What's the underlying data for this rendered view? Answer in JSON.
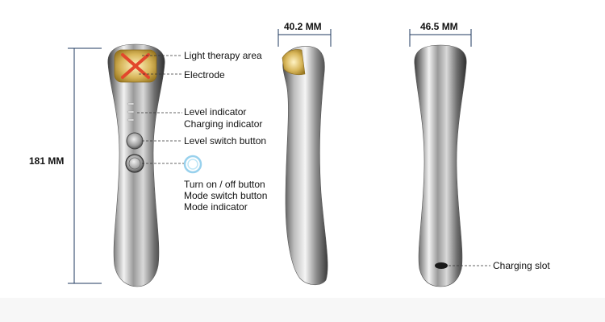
{
  "dimensions": {
    "height": "181 MM",
    "side_width": "40.2 MM",
    "back_width": "46.5 MM"
  },
  "labels": {
    "light_therapy_area": "Light therapy area",
    "electrode": "Electrode",
    "level_indicator": "Level indicator",
    "charging_indicator": "Charging indicator",
    "level_switch_button": "Level switch button",
    "power_button": "Turn on / off button",
    "mode_switch_button": "Mode switch button",
    "mode_indicator": "Mode indicator",
    "charging_slot": "Charging slot"
  },
  "colors": {
    "dimension_line": "#1f3a5f",
    "leader_line": "#333333",
    "electrode_gold": "#d8b65a",
    "light_red": "#e2472c",
    "mode_ring": "#7ec6e8"
  }
}
